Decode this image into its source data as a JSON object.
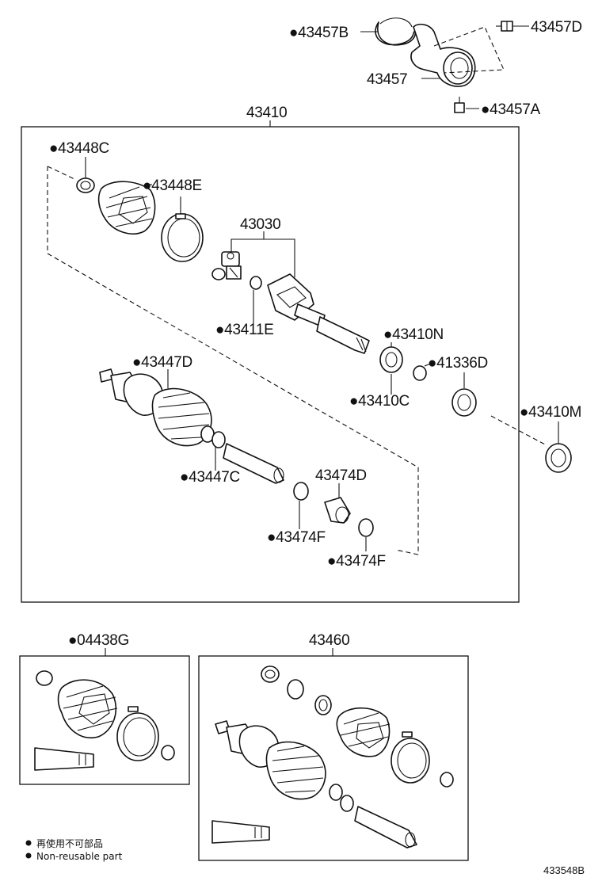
{
  "labels": {
    "p43457B": "●43457B",
    "p43457D": "43457D",
    "p43457": "43457",
    "p43457A": "●43457A",
    "p43410": "43410",
    "p43448C": "●43448C",
    "p43448E": "●43448E",
    "p43030": "43030",
    "p43411E": "●43411E",
    "p43410N": "●43410N",
    "p41336D": "●41336D",
    "p43410C": "●43410C",
    "p43447D": "●43447D",
    "p43410M": "●43410M",
    "p43447C": "●43447C",
    "p43474D": "43474D",
    "p43474F_a": "●43474F",
    "p43474F_b": "●43474F",
    "p04438G": "●04438G",
    "p43460": "43460"
  },
  "legend": {
    "chinese": "再使用不可部品",
    "english": "Non-reusable part"
  },
  "reference_code": "433548B"
}
